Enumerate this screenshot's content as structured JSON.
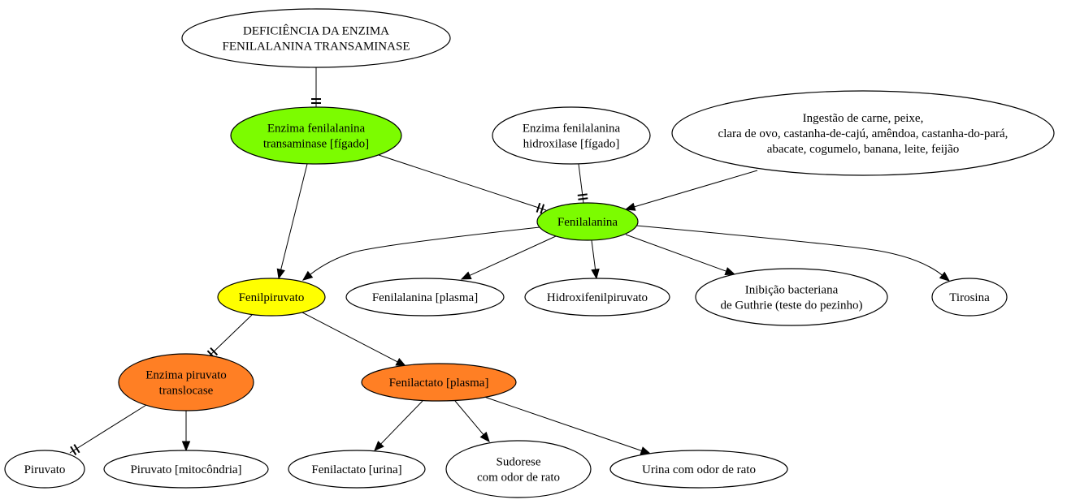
{
  "colors": {
    "white": "#ffffff",
    "green": "#7cfc00",
    "yellow": "#ffff00",
    "orange": "#ff7f24"
  },
  "nodes": {
    "deficiencia": {
      "lines": [
        "DEFICIÊNCIA DA ENZIMA",
        "FENILALANINA TRANSAMINASE"
      ],
      "fill": "white"
    },
    "transaminase": {
      "lines": [
        "Enzima fenilalanina",
        "transaminase [fígado]"
      ],
      "fill": "green"
    },
    "hidroxilase": {
      "lines": [
        "Enzima fenilalanina",
        "hidroxilase [fígado]"
      ],
      "fill": "white"
    },
    "ingestao": {
      "lines": [
        "Ingestão de carne, peixe,",
        "clara de ovo, castanha-de-cajú, amêndoa, castanha-do-pará,",
        "abacate, cogumelo, banana, leite, feijão"
      ],
      "fill": "white"
    },
    "fenilalanina": {
      "lines": [
        "Fenilalanina"
      ],
      "fill": "green"
    },
    "fenilpiruvato": {
      "lines": [
        "Fenilpiruvato"
      ],
      "fill": "yellow"
    },
    "fenilalanina_plasma": {
      "lines": [
        "Fenilalanina [plasma]"
      ],
      "fill": "white"
    },
    "hidroxifenilpiruvato": {
      "lines": [
        "Hidroxifenilpiruvato"
      ],
      "fill": "white"
    },
    "guthrie": {
      "lines": [
        "Inibição bacteriana",
        "de Guthrie (teste do pezinho)"
      ],
      "fill": "white"
    },
    "tirosina": {
      "lines": [
        "Tirosina"
      ],
      "fill": "white"
    },
    "translocase": {
      "lines": [
        "Enzima piruvato",
        "translocase"
      ],
      "fill": "orange"
    },
    "fenilactato_plasma": {
      "lines": [
        "Fenilactato [plasma]"
      ],
      "fill": "orange"
    },
    "piruvato": {
      "lines": [
        "Piruvato"
      ],
      "fill": "white"
    },
    "piruvato_mito": {
      "lines": [
        "Piruvato [mitocôndria]"
      ],
      "fill": "white"
    },
    "fenilactato_urina": {
      "lines": [
        "Fenilactato [urina]"
      ],
      "fill": "white"
    },
    "sudorese": {
      "lines": [
        "Sudorese",
        "com odor de rato"
      ],
      "fill": "white"
    },
    "urina_odor": {
      "lines": [
        "Urina com odor de rato"
      ],
      "fill": "white"
    }
  },
  "edges": [
    {
      "from": "deficiencia",
      "to": "transaminase",
      "type": "tee"
    },
    {
      "from": "transaminase",
      "to": "fenilalanina",
      "type": "tee"
    },
    {
      "from": "hidroxilase",
      "to": "fenilalanina",
      "type": "tee"
    },
    {
      "from": "ingestao",
      "to": "fenilalanina",
      "type": "arrow"
    },
    {
      "from": "transaminase",
      "to": "fenilpiruvato",
      "type": "arrow"
    },
    {
      "from": "fenilalanina",
      "to": "fenilpiruvato",
      "type": "arrow"
    },
    {
      "from": "fenilalanina",
      "to": "fenilalanina_plasma",
      "type": "arrow"
    },
    {
      "from": "fenilalanina",
      "to": "hidroxifenilpiruvato",
      "type": "arrow"
    },
    {
      "from": "fenilalanina",
      "to": "guthrie",
      "type": "arrow"
    },
    {
      "from": "fenilalanina",
      "to": "tirosina",
      "type": "arrow"
    },
    {
      "from": "fenilpiruvato",
      "to": "translocase",
      "type": "tee"
    },
    {
      "from": "fenilpiruvato",
      "to": "fenilactato_plasma",
      "type": "arrow"
    },
    {
      "from": "translocase",
      "to": "piruvato",
      "type": "tee"
    },
    {
      "from": "translocase",
      "to": "piruvato_mito",
      "type": "arrow"
    },
    {
      "from": "fenilactato_plasma",
      "to": "fenilactato_urina",
      "type": "arrow"
    },
    {
      "from": "fenilactato_plasma",
      "to": "sudorese",
      "type": "arrow"
    },
    {
      "from": "fenilactato_plasma",
      "to": "urina_odor",
      "type": "arrow"
    }
  ]
}
